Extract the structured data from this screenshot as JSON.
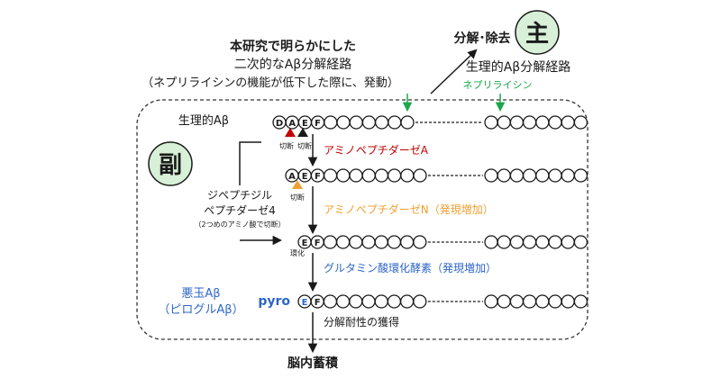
{
  "colors": {
    "black": "#1a1a1a",
    "red": "#c00000",
    "orange": "#f0a030",
    "blue": "#2e66c8",
    "green": "#1aa84a",
    "badge_bg": "#d7f0d7",
    "circle_fill": "#ffffff"
  },
  "heading": {
    "title": "本研究で明らかにした",
    "line2": "二次的なAβ分解経路",
    "line3": "（ネプリライシンの機能が低下した際に、発動）"
  },
  "main_path": {
    "badge": "主",
    "degradation": "分解･除去",
    "label": "生理的Aβ分解経路",
    "enzyme": "ネプリライシン"
  },
  "sub_path": {
    "badge": "副",
    "row1_label": "生理的Aβ",
    "residue_D": "D",
    "residue_A": "A",
    "residue_E": "E",
    "residue_F": "F",
    "cut": "切断",
    "cyclize": "環化",
    "pyro": "pyro",
    "enzyme_amino_A": "アミノペプチダーゼA",
    "enzyme_amino_N": "アミノペプチダーゼN（発現増加）",
    "enzyme_glutaminyl": "グルタミン酸環化酵素（発現増加）",
    "dpp4_line1": "ジペプチジル",
    "dpp4_line2": "ペプチダーゼ4",
    "dpp4_note": "（2つめのアミノ酸で切断）",
    "villain_line1": "悪玉Aβ",
    "villain_line2": "（ピログルAβ）",
    "resistance": "分解耐性の獲得",
    "brain": "脳内蓄積"
  }
}
